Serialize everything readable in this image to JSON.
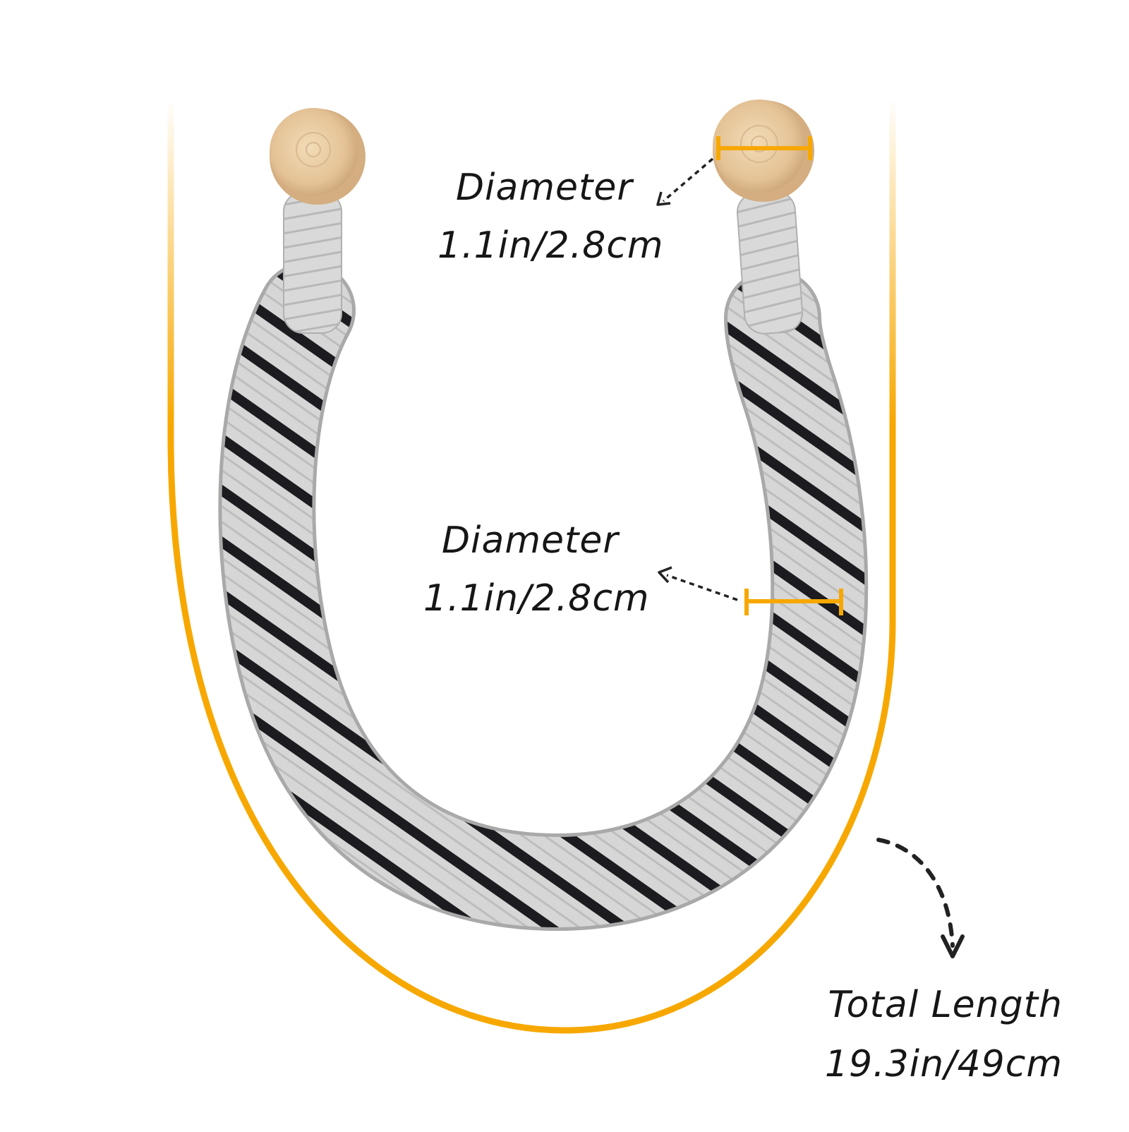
{
  "labels": {
    "knob_diameter_title": "Diameter",
    "knob_diameter_value": "1.1in/2.8cm",
    "rope_diameter_title": "Diameter",
    "rope_diameter_value": "1.1in/2.8cm",
    "total_length_title": "Total Length",
    "total_length_value": "19.3in/49cm"
  },
  "colors": {
    "accent": "#F7A800",
    "rope_light": "#D8D8D8",
    "rope_dark": "#1C1C20",
    "wood": "#E8C9A0",
    "text": "#161616"
  }
}
